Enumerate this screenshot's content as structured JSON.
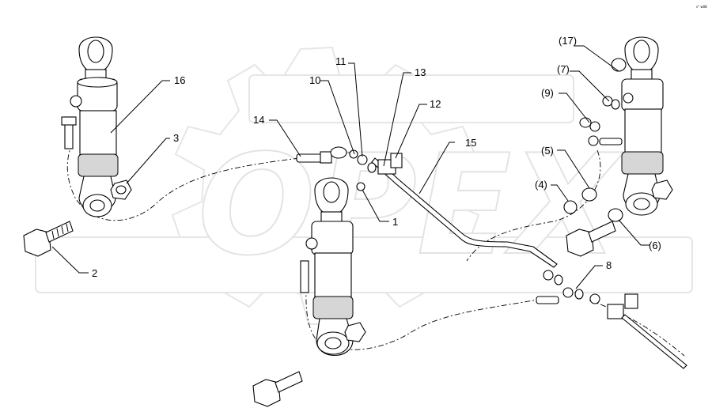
{
  "watermark": "OPEX",
  "corner_mark": "s° w08",
  "callouts": [
    {
      "id": "16",
      "text": "16"
    },
    {
      "id": "3",
      "text": "3"
    },
    {
      "id": "2",
      "text": "2"
    },
    {
      "id": "14",
      "text": "14"
    },
    {
      "id": "10",
      "text": "10"
    },
    {
      "id": "11",
      "text": "11"
    },
    {
      "id": "13",
      "text": "13"
    },
    {
      "id": "12",
      "text": "12"
    },
    {
      "id": "15",
      "text": "15"
    },
    {
      "id": "1",
      "text": "1"
    },
    {
      "id": "17",
      "text": "(17)"
    },
    {
      "id": "7",
      "text": "(7)"
    },
    {
      "id": "9",
      "text": "(9)"
    },
    {
      "id": "5",
      "text": "(5)"
    },
    {
      "id": "4",
      "text": "(4)"
    },
    {
      "id": "6",
      "text": "(6)"
    },
    {
      "id": "8",
      "text": "8"
    }
  ]
}
